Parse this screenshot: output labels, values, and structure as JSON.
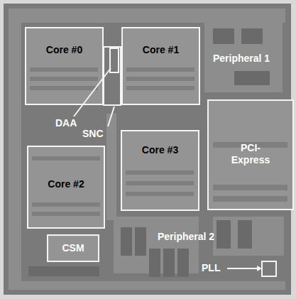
{
  "diagram": {
    "nodes": [
      {
        "text": [
          "Core #0"
        ]
      },
      {
        "text": [
          "Core #1"
        ]
      },
      {
        "text": [
          "PCI-Express"
        ]
      },
      {
        "text": [
          "Core #3"
        ]
      },
      {
        "text": [
          "Core #2"
        ]
      },
      {
        "text": [
          "CSM"
        ]
      }
    ],
    "labels": [
      "Peripheral 1",
      "DAA",
      "SNC",
      "Peripheral 2",
      "PLL"
    ]
  }
}
